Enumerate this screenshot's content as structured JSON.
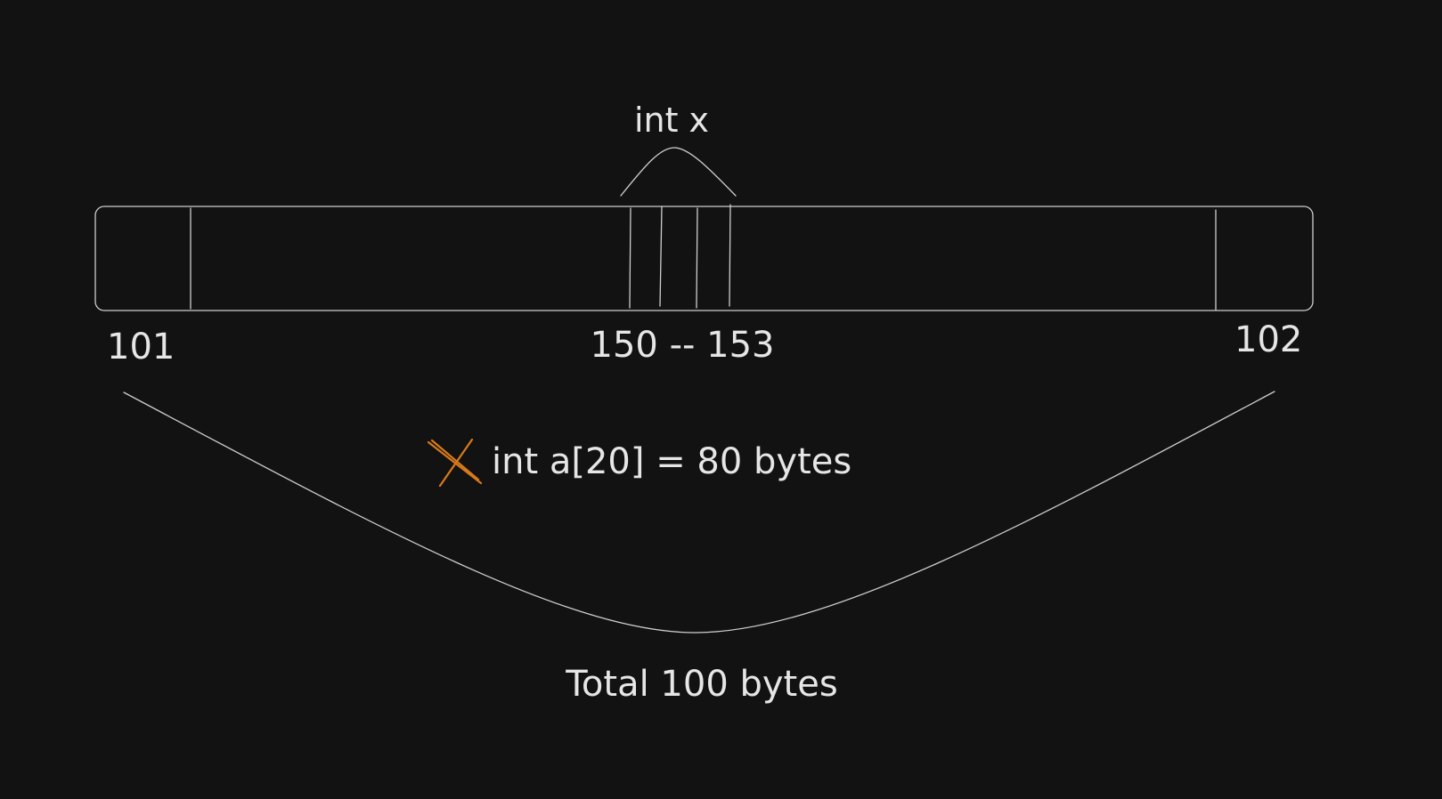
{
  "labels": {
    "int_x": "int x",
    "addr_start": "101",
    "addr_range": "150 -- 153",
    "addr_end": "102",
    "array_decl": "int a[20] = 80 bytes",
    "total": "Total 100 bytes"
  },
  "icons": {
    "cross": "cross-mark-icon"
  },
  "colors": {
    "background": "#121212",
    "stroke": "#cfcfcf",
    "text": "#e6e6e6",
    "cross": "#d97a1a"
  }
}
